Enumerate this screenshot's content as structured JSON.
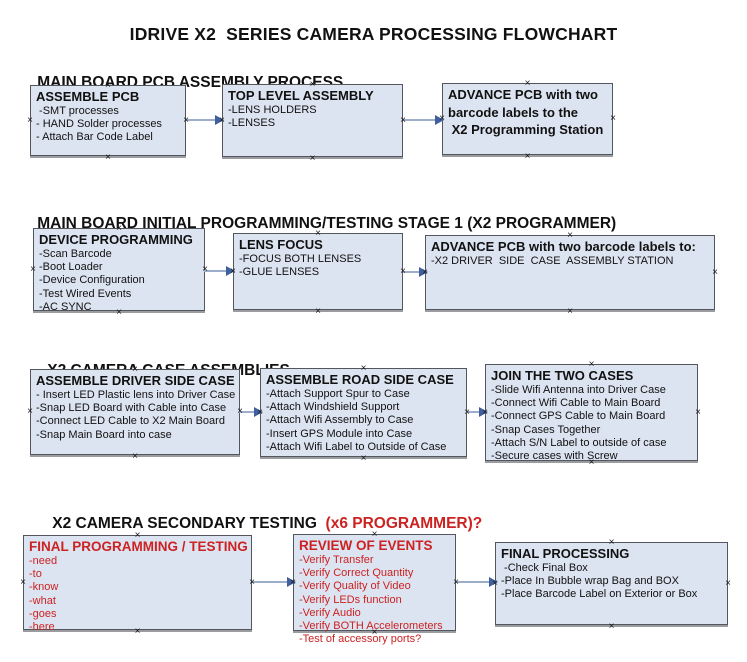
{
  "title": "IDRIVE X2  SERIES CAMERA PROCESSING FLOWCHART",
  "icons": {
    "anchor_mark": "×"
  },
  "colors": {
    "box-fill": "#dde4f1",
    "box-border": "#53575d",
    "box-shadow-c": "#9a9c9f",
    "arrow-shaft": "#9dadcc",
    "arrow-head": "#3f5f9e",
    "red": "#cc2222",
    "text": "#111111"
  },
  "sections": [
    {
      "heading": "MAIN BOARD PCB ASSEMBLY PROCESS",
      "boxes": [
        {
          "title": "ASSEMBLE PCB",
          "items": [
            " -SMT processes",
            "- HAND Solder processes",
            "- Attach Bar Code Label"
          ]
        },
        {
          "title": "TOP LEVEL ASSEMBLY",
          "items": [
            "-LENS HOLDERS",
            "-LENSES"
          ]
        },
        {
          "title": "",
          "items": [
            "ADVANCE PCB with two",
            "barcode labels to the",
            " X2 Programming Station"
          ]
        }
      ]
    },
    {
      "heading": "MAIN BOARD INITIAL PROGRAMMING/TESTING STAGE 1 (X2 PROGRAMMER)",
      "boxes": [
        {
          "title": "DEVICE PROGRAMMING",
          "items": [
            "-Scan Barcode",
            "-Boot Loader",
            "-Device Configuration",
            "-Test Wired Events",
            "-AC SYNC"
          ]
        },
        {
          "title": "LENS FOCUS",
          "items": [
            "-FOCUS BOTH LENSES",
            "-GLUE LENSES"
          ]
        },
        {
          "title": "ADVANCE PCB with two barcode labels to:",
          "items": [
            "-X2 DRIVER  SIDE  CASE  ASSEMBLY STATION"
          ]
        }
      ]
    },
    {
      "heading": "X2 CAMERA CASE ASSEMBLIES",
      "boxes": [
        {
          "title": "ASSEMBLE DRIVER SIDE CASE",
          "items": [
            "- Insert LED Plastic lens into Driver Case",
            "-Snap LED Board with Cable into Case",
            "-Connect LED Cable to X2 Main Board",
            "-Snap Main Board into case"
          ]
        },
        {
          "title": "ASSEMBLE ROAD SIDE CASE",
          "items": [
            "-Attach Support Spur to Case",
            "-Attach Windshield Support",
            "-Attach Wifi Assembly to Case",
            "-Insert GPS Module into Case",
            "-Attach Wifi Label to Outside of Case"
          ]
        },
        {
          "title": "JOIN THE TWO CASES",
          "items": [
            "-Slide Wifi Antenna into Driver Case",
            "-Connect Wifi Cable to Main Board",
            "-Connect GPS Cable to Main Board",
            "-Snap Cases Together",
            "-Attach S/N Label to outside of case",
            "-Secure cases with Screw"
          ]
        }
      ]
    },
    {
      "heading": "X2 CAMERA SECONDARY TESTING  ",
      "heading_red": "(x6 PROGRAMMER)?",
      "boxes": [
        {
          "title": "FINAL PROGRAMMING / TESTING",
          "items": [
            "-need",
            "-to",
            "-know",
            "-what",
            "-goes",
            "-here"
          ]
        },
        {
          "title": "REVIEW OF EVENTS",
          "items": [
            "-Verify Transfer",
            "-Verify Correct Quantity",
            "-Verify Quality of Video",
            "-Verify LEDs function",
            "-Verify Audio",
            "-Verify BOTH Accelerometers",
            "-Test of accessory ports?"
          ]
        },
        {
          "title": "FINAL PROCESSING",
          "items": [
            " -Check Final Box",
            "-Place In Bubble wrap Bag and BOX",
            "-Place Barcode Label on Exterior or Box"
          ]
        }
      ]
    }
  ]
}
